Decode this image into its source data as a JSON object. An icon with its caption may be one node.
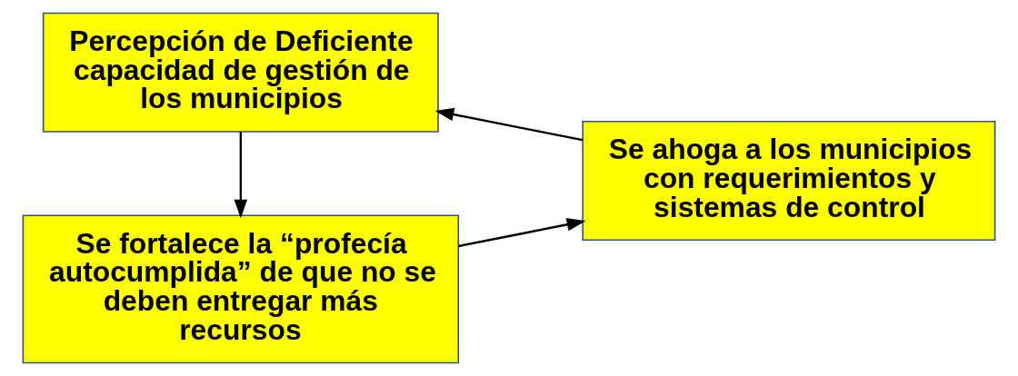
{
  "diagram": {
    "nodes": [
      {
        "text": [
          "Percepción de Deficiente capacidad de gestión de los municipios"
        ]
      },
      {
        "text": [
          "Se ahoga a los municipios con requerimientos y sistemas de control"
        ]
      },
      {
        "text": [
          "Se fortalece la “profecía autocumplida” de que no se deben entregar más recursos"
        ]
      }
    ],
    "edges": [
      {
        "from": 1,
        "to": 0,
        "arrow": "to"
      },
      {
        "from": 0,
        "to": 2,
        "arrow": "to"
      },
      {
        "from": 2,
        "to": 1,
        "arrow": "to"
      }
    ]
  }
}
